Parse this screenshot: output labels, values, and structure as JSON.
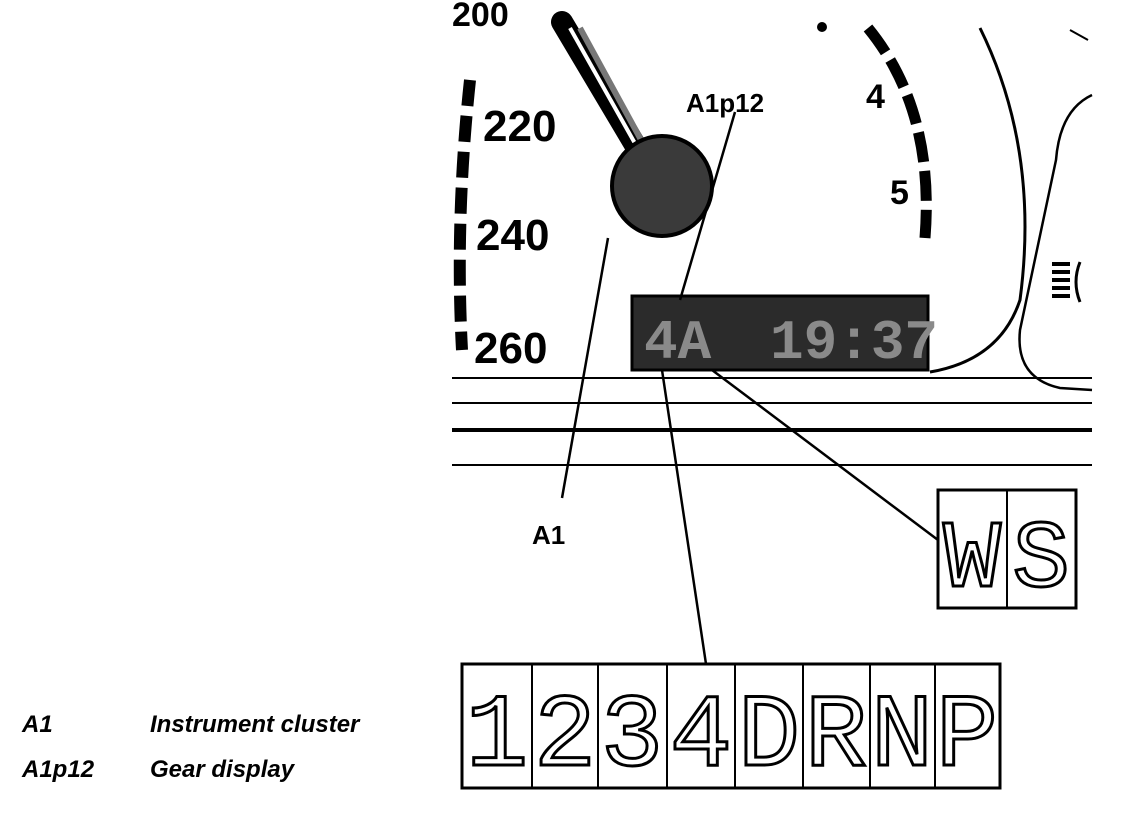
{
  "dial_labels": {
    "speed_220": "220",
    "speed_240": "240",
    "speed_260": "260",
    "rpm_4": "4",
    "rpm_5": "5"
  },
  "callouts": {
    "a1p12": "A1p12",
    "a1": "A1"
  },
  "lcd": {
    "gear_readout": "4A",
    "clock_readout": "19:37"
  },
  "ws_box": [
    "W",
    "S"
  ],
  "gear_box": [
    "1",
    "2",
    "3",
    "4",
    "D",
    "R",
    "N",
    "P"
  ],
  "legend": [
    {
      "code": "A1",
      "description": "Instrument cluster"
    },
    {
      "code": "A1p12",
      "description": "Gear display"
    }
  ],
  "colors": {
    "ink": "#000000",
    "lcd_bg": "#2b2b2b",
    "lcd_segment": "#8a8a8a",
    "hub": "#3a3a3a"
  }
}
